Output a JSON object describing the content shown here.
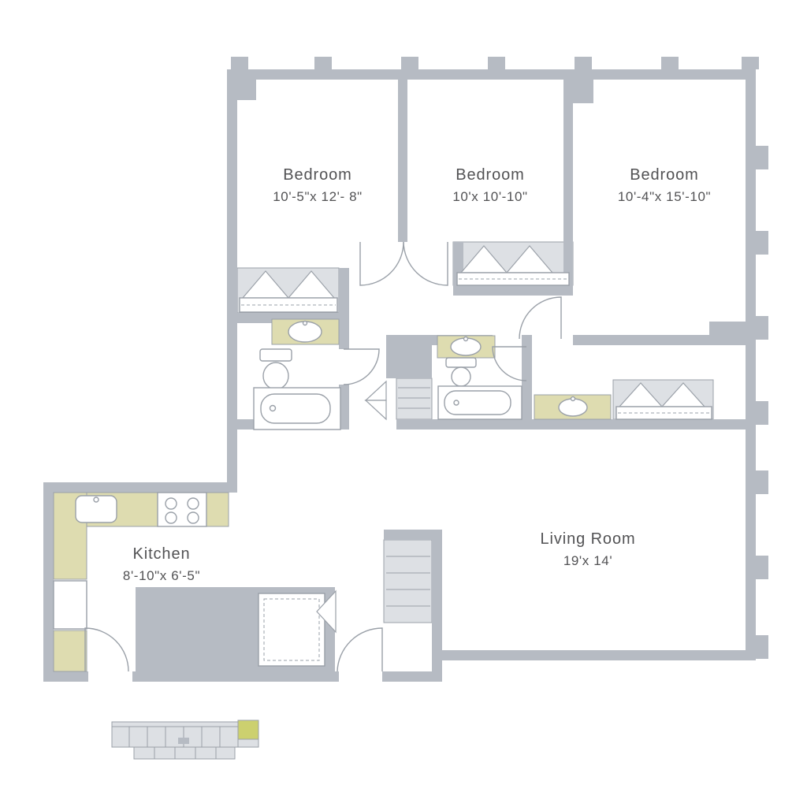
{
  "colors": {
    "background": "#ffffff",
    "wall": "#b6bbc3",
    "light": "#dde0e4",
    "accent": "#dedcb0",
    "line": "#9aa0a8",
    "text": "#525254",
    "keyplan_highlight": "#ccd06f"
  },
  "rooms": {
    "bedroom1": {
      "name": "Bedroom",
      "dims": "10'-5\"x 12'- 8\""
    },
    "bedroom2": {
      "name": "Bedroom",
      "dims": "10'x 10'-10\""
    },
    "bedroom3": {
      "name": "Bedroom",
      "dims": "10'-4\"x 15'-10\""
    },
    "kitchen": {
      "name": "Kitchen",
      "dims": "8'-10\"x 6'-5\""
    },
    "living_room": {
      "name": "Living Room",
      "dims": "19'x 14'"
    }
  }
}
